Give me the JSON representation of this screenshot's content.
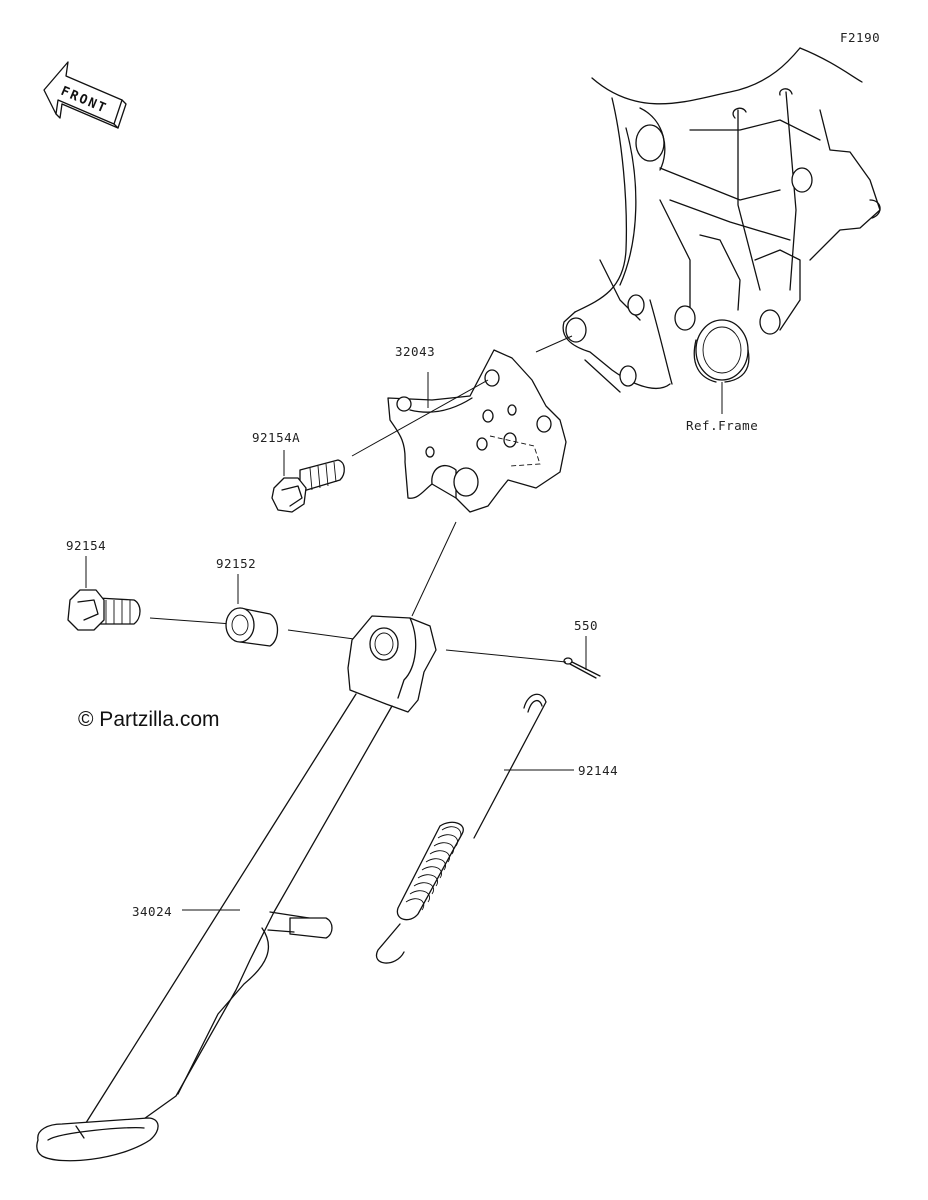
{
  "figure_code": "F2190",
  "front_arrow": {
    "label": "FRONT",
    "icon": "front-arrow-icon"
  },
  "copyright": "© Partzilla.com",
  "reference_label": "Ref.Frame",
  "parts": [
    {
      "number": "32043",
      "name": "bracket"
    },
    {
      "number": "92154A",
      "name": "bolt"
    },
    {
      "number": "92154",
      "name": "bolt"
    },
    {
      "number": "92152",
      "name": "collar"
    },
    {
      "number": "550",
      "name": "cotter-pin"
    },
    {
      "number": "92144",
      "name": "spring"
    },
    {
      "number": "34024",
      "name": "side-stand"
    }
  ]
}
